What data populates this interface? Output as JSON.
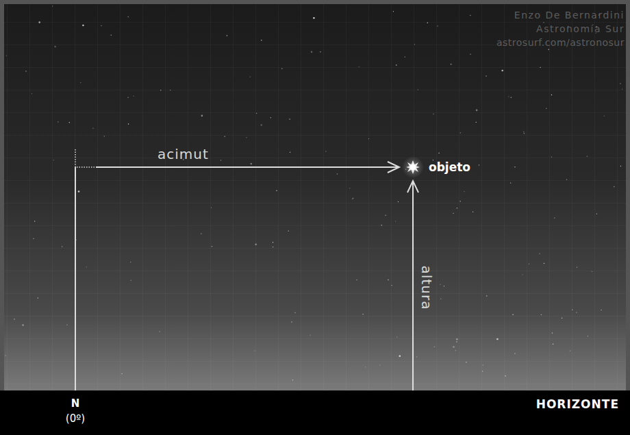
{
  "diagram": {
    "labels": [
      "Enzo De Bernardini",
      "Astronomía Sur",
      "astrosurf.com/astronosur",
      "acimut",
      "objeto",
      "altura",
      "N",
      "(0º)",
      "HORIZONTE"
    ]
  }
}
